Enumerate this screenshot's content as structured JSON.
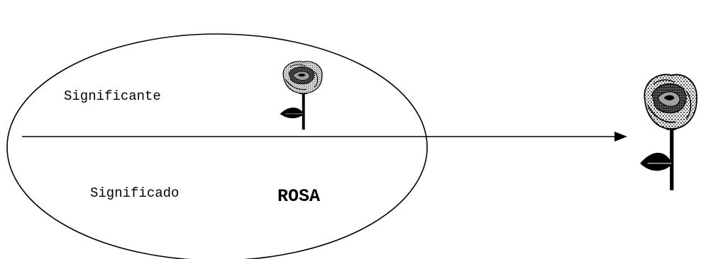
{
  "diagram": {
    "signifier_label": "Significante",
    "signified_label": "Significado",
    "word_label": "ROSA"
  },
  "icons": {
    "small_rose": "rose-icon",
    "large_rose": "rose-icon",
    "arrow": "arrow-right-icon"
  },
  "colors": {
    "ink": "#000000",
    "background": "#ffffff",
    "petal_shade": "#555555",
    "petal_light": "#a0a0a0"
  }
}
